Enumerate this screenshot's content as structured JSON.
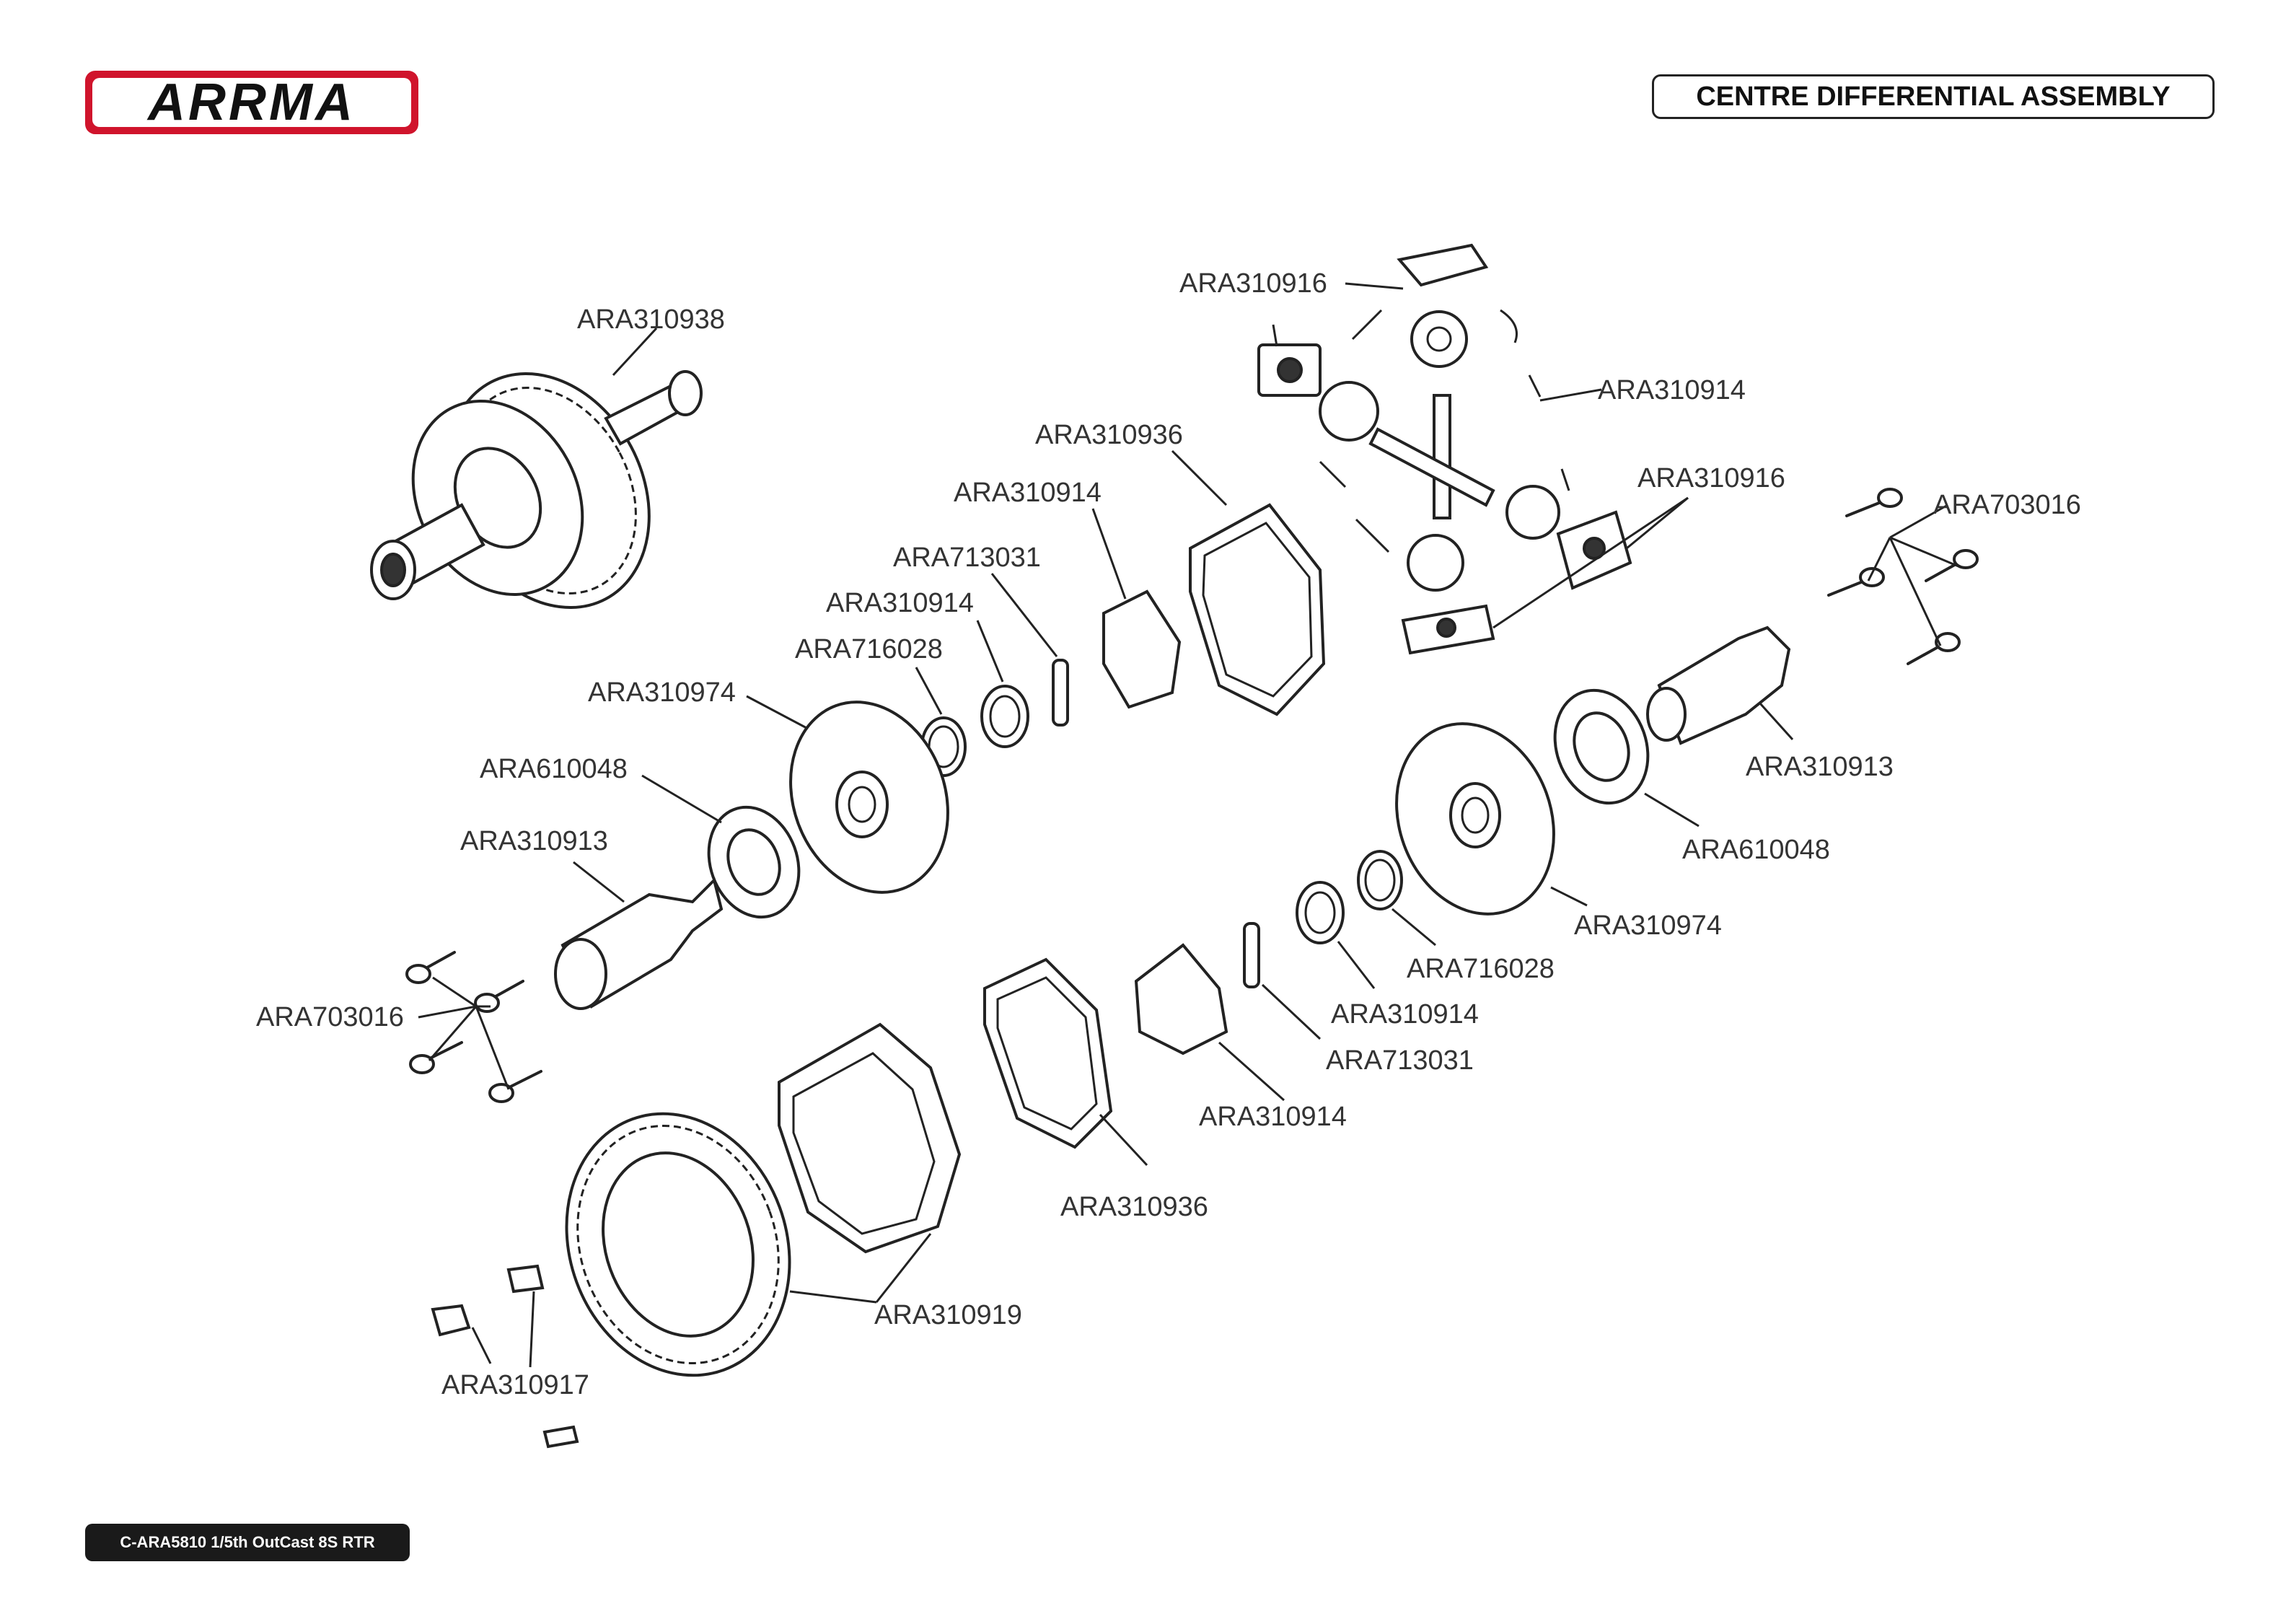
{
  "brand": {
    "logo_text": "ARRMA",
    "logo_color": "#d0142c"
  },
  "title": "CENTRE DIFFERENTIAL ASSEMBLY",
  "footer": "C-ARA5810 1/5th OutCast 8S RTR",
  "labels": {
    "ara310938": "ARA310938",
    "ara310916_top": "ARA310916",
    "ara310914_top": "ARA310914",
    "ara310936_top": "ARA310936",
    "ara310914_a": "ARA310914",
    "ara713031_a": "ARA713031",
    "ara310914_b": "ARA310914",
    "ara716028_a": "ARA716028",
    "ara310974_a": "ARA310974",
    "ara610048_a": "ARA610048",
    "ara310913_a": "ARA310913",
    "ara703016_a": "ARA703016",
    "ara310916_r": "ARA310916",
    "ara703016_r": "ARA703016",
    "ara310913_r": "ARA310913",
    "ara610048_r": "ARA610048",
    "ara310974_r": "ARA310974",
    "ara716028_r": "ARA716028",
    "ara310914_r": "ARA310914",
    "ara713031_r": "ARA713031",
    "ara310914_c": "ARA310914",
    "ara310936_b": "ARA310936",
    "ara310919": "ARA310919",
    "ara310917": "ARA310917"
  }
}
